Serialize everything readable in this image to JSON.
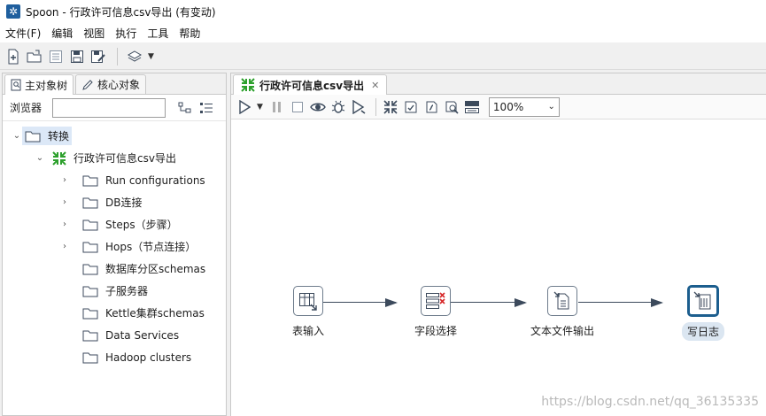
{
  "window": {
    "title": "Spoon - 行政许可信息csv导出 (有变动)",
    "app_icon": "spoon-app-icon"
  },
  "menu": [
    "文件(F)",
    "编辑",
    "视图",
    "执行",
    "工具",
    "帮助"
  ],
  "left_panel": {
    "tabs": [
      {
        "label": "主对象树",
        "icon": "object-tree-icon",
        "active": true
      },
      {
        "label": "核心对象",
        "icon": "pencil-icon",
        "active": false
      }
    ],
    "browser_label": "浏览器",
    "browser_value": "",
    "tree": {
      "root": "转换",
      "transformation": "行政许可信息csv导出",
      "children": [
        {
          "label": "Run configurations",
          "expandable": true
        },
        {
          "label": "DB连接",
          "expandable": true
        },
        {
          "label": "Steps（步骤）",
          "expandable": true
        },
        {
          "label": "Hops（节点连接）",
          "expandable": true
        },
        {
          "label": "数据库分区schemas",
          "expandable": false
        },
        {
          "label": "子服务器",
          "expandable": false
        },
        {
          "label": "Kettle集群schemas",
          "expandable": false
        },
        {
          "label": "Data Services",
          "expandable": false
        },
        {
          "label": "Hadoop clusters",
          "expandable": false
        }
      ]
    }
  },
  "editor": {
    "tab_label": "行政许可信息csv导出",
    "zoom": "100%",
    "steps": [
      {
        "label": "表输入",
        "icon": "table-input-icon",
        "selected": false
      },
      {
        "label": "字段选择",
        "icon": "select-values-icon",
        "selected": false
      },
      {
        "label": "文本文件输出",
        "icon": "text-file-output-icon",
        "selected": false
      },
      {
        "label": "写日志",
        "icon": "write-log-icon",
        "selected": true
      }
    ]
  },
  "watermark": "https://blog.csdn.net/qq_36135335",
  "colors": {
    "selection": "#dce8f7",
    "hop": "#3c4a5c",
    "selected_step_border": "#1c5e8e",
    "transformation_icon": "#2ca02c"
  }
}
